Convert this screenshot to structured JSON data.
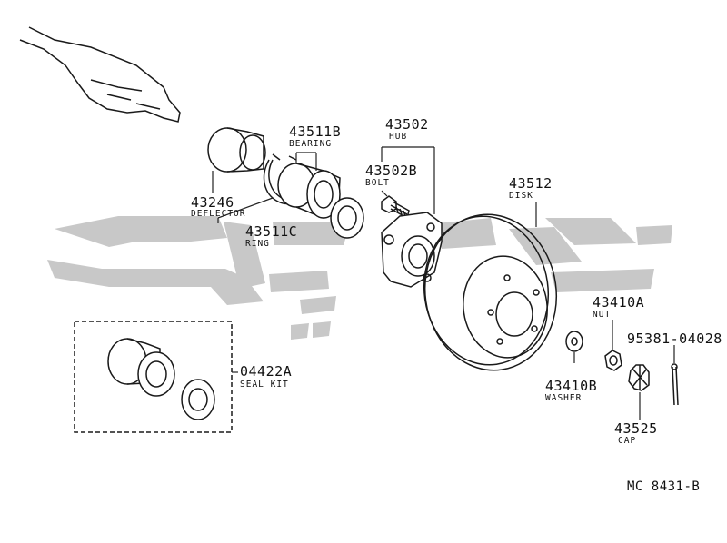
{
  "diagram_code": "MC 8431-B",
  "parts": [
    {
      "id": "deflector",
      "number": "43246",
      "name": "DEFLECTOR"
    },
    {
      "id": "bearing",
      "number": "43511B",
      "name": "BEARING"
    },
    {
      "id": "ring",
      "number": "43511C",
      "name": "RING"
    },
    {
      "id": "hub",
      "number": "43502",
      "name": "HUB"
    },
    {
      "id": "bolt",
      "number": "43502B",
      "name": "BOLT"
    },
    {
      "id": "disk",
      "number": "43512",
      "name": "DISK"
    },
    {
      "id": "seal_kit",
      "number": "04422A",
      "name": "SEAL KIT"
    },
    {
      "id": "nut",
      "number": "43410A",
      "name": "NUT"
    },
    {
      "id": "washer",
      "number": "43410B",
      "name": "WASHER"
    },
    {
      "id": "pin",
      "number": "95381-04028",
      "name": ""
    },
    {
      "id": "cap",
      "number": "43525",
      "name": "CAP"
    }
  ],
  "colors": {
    "line": "#1a1a1a",
    "watermark": "#c8c8c8"
  }
}
